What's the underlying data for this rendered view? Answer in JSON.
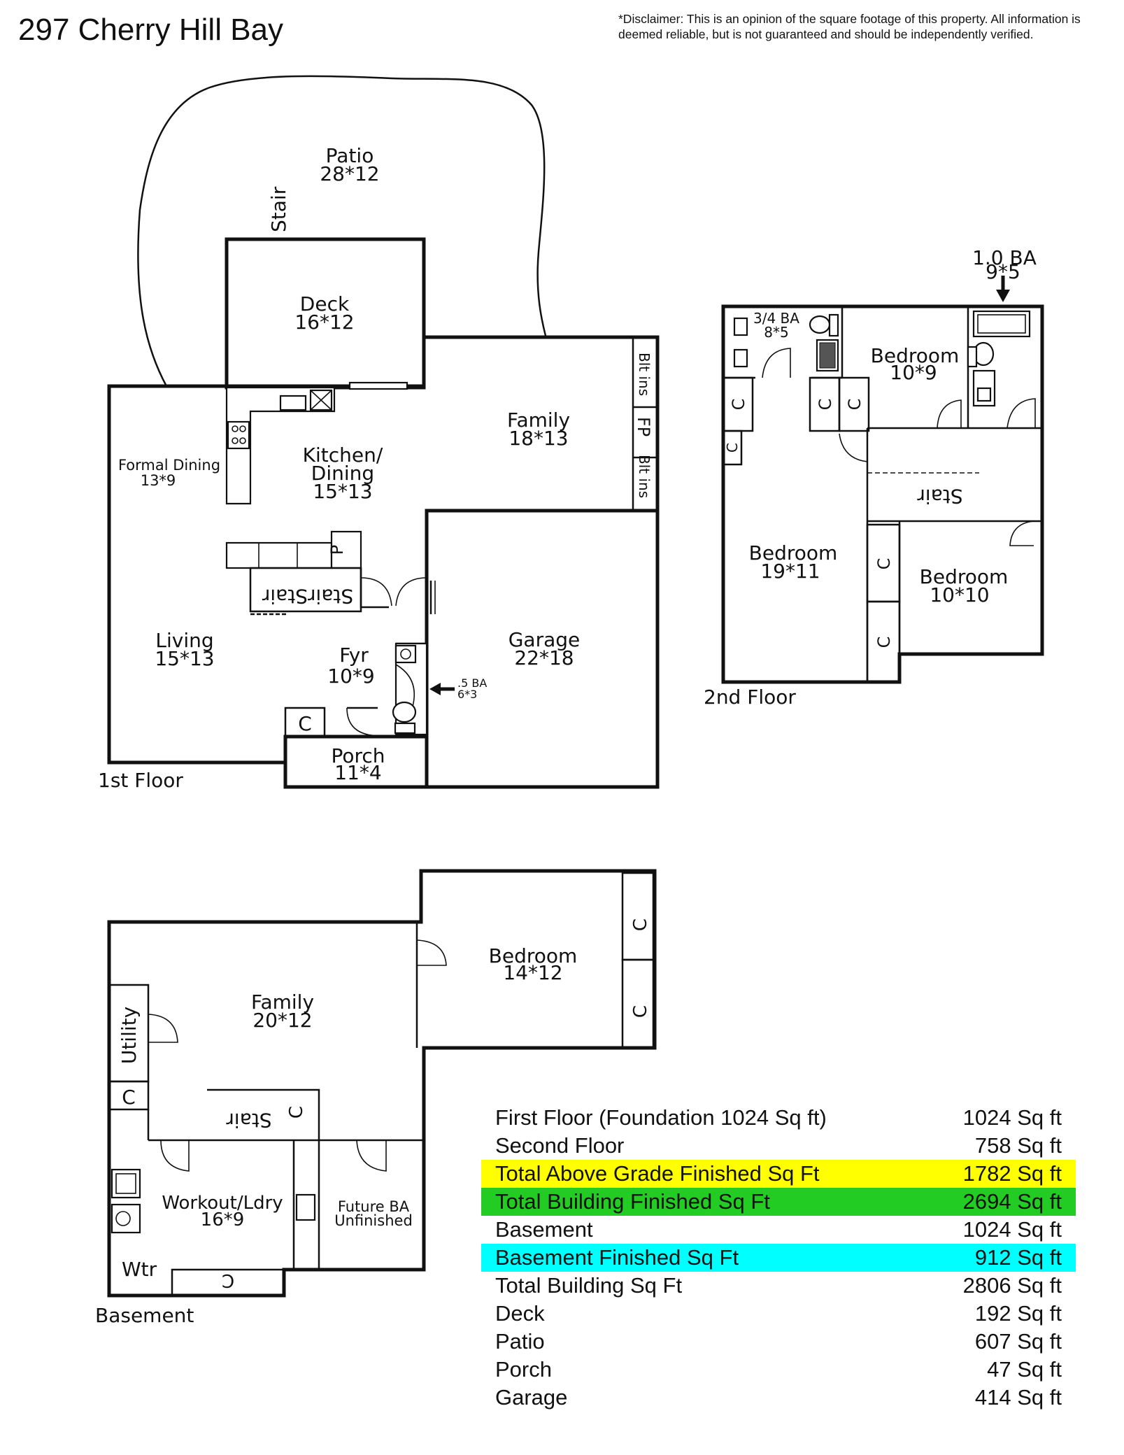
{
  "title": "297 Cherry Hill Bay",
  "disclaimer": "*Disclaimer: This is an opinion of the square footage of this property. All information is deemed reliable, but is not guaranteed and should be independently verified.",
  "colors": {
    "yellow": "#ffff00",
    "green": "#22cc22",
    "cyan": "#00ffff"
  },
  "floors": {
    "first": {
      "label": "1st Floor",
      "rooms": {
        "patio": {
          "name": "Patio",
          "dims": "28*12"
        },
        "stair_outside": "Stair",
        "deck": {
          "name": "Deck",
          "dims": "16*12"
        },
        "family": {
          "name": "Family",
          "dims": "18*13"
        },
        "kitchen": {
          "line1": "Kitchen/",
          "line2": "Dining",
          "dims": "15*13"
        },
        "formal_dining": {
          "name": "Formal Dining",
          "dims": "13*9"
        },
        "living": {
          "name": "Living",
          "dims": "15*13"
        },
        "fyr": {
          "name": "Fyr",
          "dims": "10*9"
        },
        "garage": {
          "name": "Garage",
          "dims": "22*18"
        },
        "porch": {
          "name": "Porch",
          "dims": "11*4"
        },
        "half_bath": {
          "name": ".5 BA",
          "dims": "6*3"
        },
        "stair_inside": "StairStair",
        "pantry": "P",
        "closet": "C",
        "built_ins_top": "Blt ins",
        "fireplace": "FP",
        "built_ins_bottom": "Blt ins"
      }
    },
    "second": {
      "label": "2nd Floor",
      "rooms": {
        "full_bath": {
          "name": "1.0 BA",
          "dims": "9*5"
        },
        "three_quarter_bath": {
          "name": "3/4 BA",
          "dims": "8*5"
        },
        "bedroom_a": {
          "name": "Bedroom",
          "dims": "10*9"
        },
        "bedroom_b": {
          "name": "Bedroom",
          "dims": "19*11"
        },
        "bedroom_c": {
          "name": "Bedroom",
          "dims": "10*10"
        },
        "stair": "Stair",
        "closet": "C"
      }
    },
    "basement": {
      "label": "Basement",
      "rooms": {
        "family": {
          "name": "Family",
          "dims": "20*12"
        },
        "bedroom": {
          "name": "Bedroom",
          "dims": "14*12"
        },
        "utility": "Utility",
        "stair": "Stair",
        "workout": {
          "name": "Workout/Ldry",
          "dims": "16*9"
        },
        "future_ba": {
          "line1": "Future BA",
          "line2": "Unfinished"
        },
        "wtr": "Wtr",
        "closet": "C"
      }
    }
  },
  "summary": [
    {
      "label": "First Floor (Foundation 1024 Sq ft)",
      "value": "1024 Sq ft",
      "highlight": ""
    },
    {
      "label": "Second Floor",
      "value": "758 Sq ft",
      "highlight": ""
    },
    {
      "label": "Total Above Grade Finished Sq Ft",
      "value": "1782 Sq ft",
      "highlight": "#ffff00"
    },
    {
      "label": "Total Building Finished Sq Ft",
      "value": "2694 Sq ft",
      "highlight": "#22cc22"
    },
    {
      "label": "Basement",
      "value": "1024 Sq ft",
      "highlight": ""
    },
    {
      "label": "Basement Finished Sq Ft",
      "value": "912 Sq ft",
      "highlight": "#00ffff"
    },
    {
      "label": "Total Building Sq Ft",
      "value": "2806 Sq ft",
      "highlight": ""
    },
    {
      "label": "Deck",
      "value": "192 Sq ft",
      "highlight": ""
    },
    {
      "label": "Patio",
      "value": "607 Sq ft",
      "highlight": ""
    },
    {
      "label": "Porch",
      "value": "47 Sq ft",
      "highlight": ""
    },
    {
      "label": "Garage",
      "value": "414 Sq ft",
      "highlight": ""
    }
  ]
}
